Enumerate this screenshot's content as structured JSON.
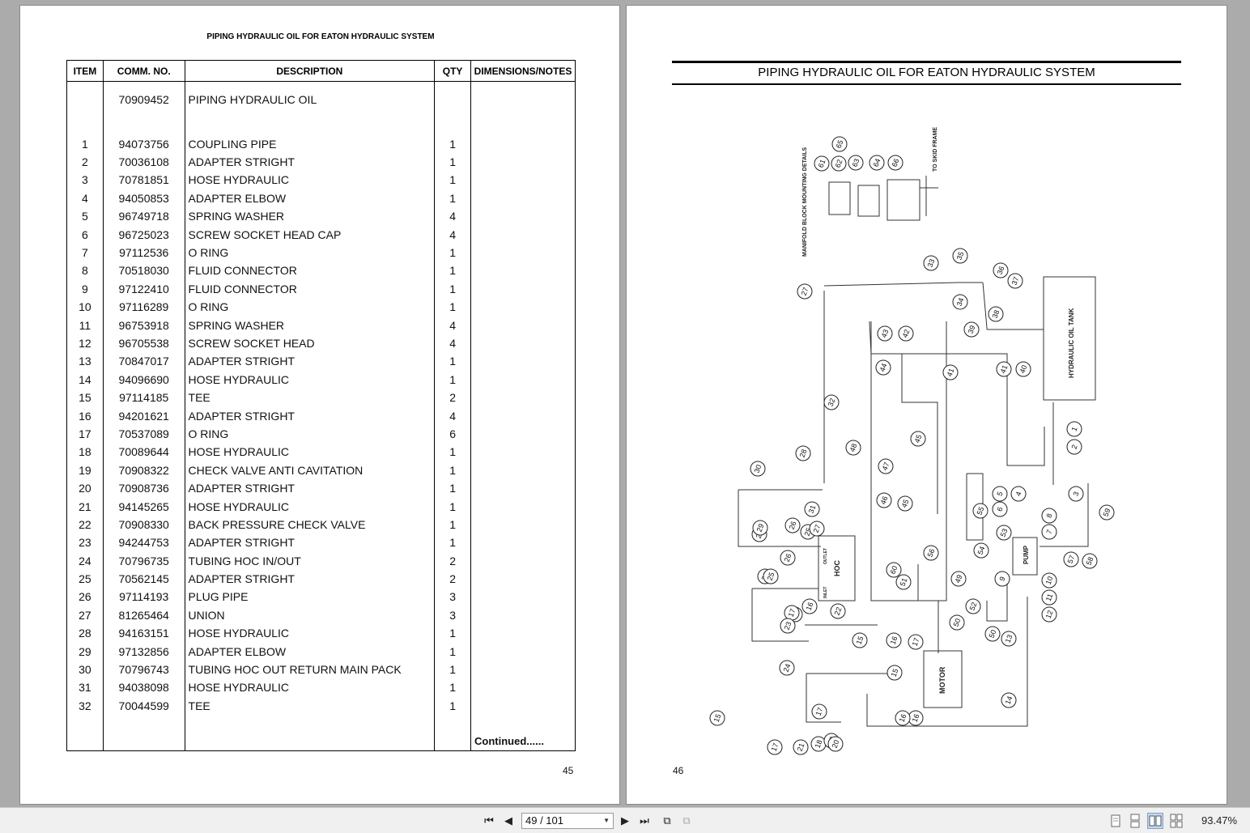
{
  "left_page": {
    "title": "PIPING HYDRAULIC OIL FOR EATON HYDRAULIC SYSTEM",
    "headers": {
      "item": "ITEM",
      "comm": "COMM. NO.",
      "desc": "DESCRIPTION",
      "qty": "QTY",
      "notes": "DIMENSIONS/NOTES"
    },
    "assembly": {
      "comm": "70909452",
      "desc": "PIPING HYDRAULIC OIL"
    },
    "rows": [
      {
        "item": "1",
        "comm": "94073756",
        "desc": "COUPLING PIPE",
        "qty": "1"
      },
      {
        "item": "2",
        "comm": "70036108",
        "desc": "ADAPTER STRIGHT",
        "qty": "1"
      },
      {
        "item": "3",
        "comm": "70781851",
        "desc": "HOSE HYDRAULIC",
        "qty": "1"
      },
      {
        "item": "4",
        "comm": "94050853",
        "desc": "ADAPTER ELBOW",
        "qty": "1"
      },
      {
        "item": "5",
        "comm": "96749718",
        "desc": "SPRING WASHER",
        "qty": "4"
      },
      {
        "item": "6",
        "comm": "96725023",
        "desc": "SCREW SOCKET HEAD CAP",
        "qty": "4"
      },
      {
        "item": "7",
        "comm": "97112536",
        "desc": "O RING",
        "qty": "1"
      },
      {
        "item": "8",
        "comm": "70518030",
        "desc": "FLUID CONNECTOR",
        "qty": "1"
      },
      {
        "item": "9",
        "comm": "97122410",
        "desc": "FLUID CONNECTOR",
        "qty": "1"
      },
      {
        "item": "10",
        "comm": "97116289",
        "desc": "O RING",
        "qty": "1"
      },
      {
        "item": "11",
        "comm": "96753918",
        "desc": "SPRING WASHER",
        "qty": "4"
      },
      {
        "item": "12",
        "comm": "96705538",
        "desc": "SCREW SOCKET HEAD",
        "qty": "4"
      },
      {
        "item": "13",
        "comm": "70847017",
        "desc": "ADAPTER STRIGHT",
        "qty": "1"
      },
      {
        "item": "14",
        "comm": "94096690",
        "desc": "HOSE HYDRAULIC",
        "qty": "1"
      },
      {
        "item": "15",
        "comm": "97114185",
        "desc": "TEE",
        "qty": "2"
      },
      {
        "item": "16",
        "comm": "94201621",
        "desc": "ADAPTER STRIGHT",
        "qty": "4"
      },
      {
        "item": "17",
        "comm": "70537089",
        "desc": "O RING",
        "qty": "6"
      },
      {
        "item": "18",
        "comm": "70089644",
        "desc": "HOSE HYDRAULIC",
        "qty": "1"
      },
      {
        "item": "19",
        "comm": "70908322",
        "desc": "CHECK VALVE ANTI CAVITATION",
        "qty": "1"
      },
      {
        "item": "20",
        "comm": "70908736",
        "desc": "ADAPTER STRIGHT",
        "qty": "1"
      },
      {
        "item": "21",
        "comm": "94145265",
        "desc": "HOSE HYDRAULIC",
        "qty": "1"
      },
      {
        "item": "22",
        "comm": "70908330",
        "desc": "BACK PRESSURE CHECK VALVE",
        "qty": "1"
      },
      {
        "item": "23",
        "comm": "94244753",
        "desc": "ADAPTER STRIGHT",
        "qty": "1"
      },
      {
        "item": "24",
        "comm": "70796735",
        "desc": "TUBING HOC IN/OUT",
        "qty": "2"
      },
      {
        "item": "25",
        "comm": "70562145",
        "desc": "ADAPTER STRIGHT",
        "qty": "2"
      },
      {
        "item": "26",
        "comm": "97114193",
        "desc": "PLUG PIPE",
        "qty": "3"
      },
      {
        "item": "27",
        "comm": "81265464",
        "desc": "UNION",
        "qty": "3"
      },
      {
        "item": "28",
        "comm": "94163151",
        "desc": "HOSE HYDRAULIC",
        "qty": "1"
      },
      {
        "item": "29",
        "comm": "97132856",
        "desc": "ADAPTER ELBOW",
        "qty": "1"
      },
      {
        "item": "30",
        "comm": "70796743",
        "desc": "TUBING HOC OUT RETURN MAIN PACK",
        "qty": "1"
      },
      {
        "item": "31",
        "comm": "94038098",
        "desc": "HOSE HYDRAULIC",
        "qty": "1"
      },
      {
        "item": "32",
        "comm": "70044599",
        "desc": "TEE",
        "qty": "1"
      }
    ],
    "continued": "Continued......",
    "page_number": "45"
  },
  "right_page": {
    "title": "PIPING HYDRAULIC OIL FOR EATON HYDRAULIC SYSTEM",
    "page_number": "46",
    "diagram": {
      "manifold_label": "MANIFOLD BLOCK MOUNTING DETAILS",
      "skid_label": "TO SKID FRAME",
      "tank_label": "HYDRAULIC OIL TANK",
      "hoc_label": "HOC",
      "motor_label": "MOTOR",
      "pump_label": "PUMP",
      "outlet_label": "OUTLET",
      "inlet_label": "INLET",
      "callouts": [
        "1",
        "2",
        "3",
        "4",
        "5",
        "6",
        "7",
        "8",
        "9",
        "10",
        "11",
        "12",
        "13",
        "14",
        "15",
        "15",
        "15",
        "16",
        "16",
        "16",
        "16",
        "17",
        "17",
        "17",
        "17",
        "17",
        "18",
        "19",
        "20",
        "21",
        "22",
        "23",
        "24",
        "24",
        "25",
        "25",
        "26",
        "26",
        "27",
        "27",
        "27",
        "28",
        "29",
        "30",
        "31",
        "32",
        "33",
        "34",
        "35",
        "36",
        "37",
        "38",
        "39",
        "40",
        "41",
        "41",
        "42",
        "43",
        "44",
        "45",
        "45",
        "46",
        "47",
        "48",
        "49",
        "50",
        "50",
        "51",
        "52",
        "53",
        "54",
        "55",
        "56",
        "57",
        "58",
        "59",
        "60",
        "61",
        "62",
        "63",
        "64",
        "65",
        "66"
      ]
    }
  },
  "toolbar": {
    "page_indicator": "49 / 101",
    "zoom": "93.47%",
    "icons": [
      "first-page-icon",
      "prev-page-icon",
      "next-page-icon",
      "last-page-icon",
      "view-previous-icon",
      "view-next-icon",
      "single-page-icon",
      "continuous-icon",
      "facing-icon",
      "continuous-facing-icon"
    ]
  }
}
